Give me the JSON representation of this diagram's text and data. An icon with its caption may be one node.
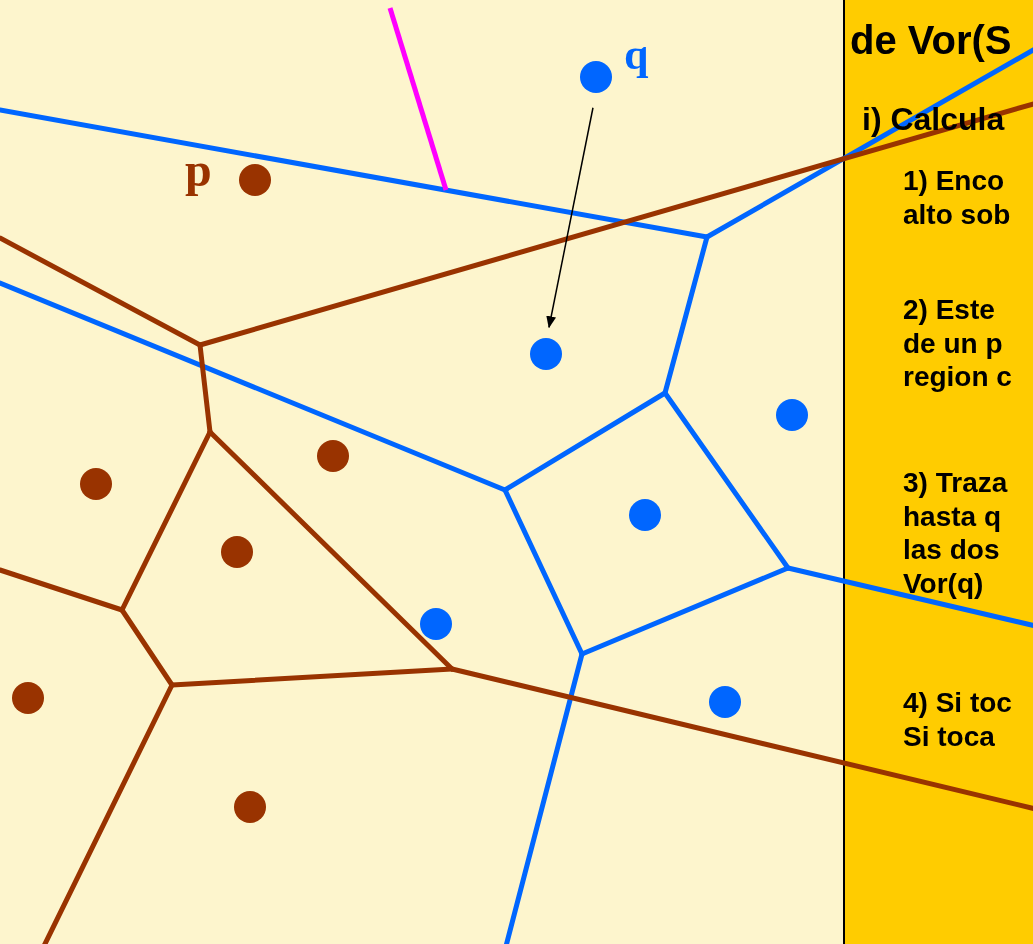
{
  "diagram": {
    "nodes": [
      {
        "text": [
          "q"
        ]
      },
      {
        "text": [
          "p"
        ]
      },
      {
        "text": [],
        "shape": "circle"
      },
      {
        "text": [],
        "shape": "circle"
      },
      {
        "text": [],
        "shape": "circle"
      },
      {
        "text": [],
        "shape": "circle"
      },
      {
        "text": [],
        "shape": "circle"
      },
      {
        "text": [],
        "shape": "circle"
      },
      {
        "text": [],
        "shape": "circle"
      },
      {
        "text": [],
        "shape": "circle"
      },
      {
        "text": [],
        "shape": "circle"
      },
      {
        "text": [],
        "shape": "circle"
      },
      {
        "text": [
          "de Vor(S",
          "i) Calcula",
          "1) Enco alto sob",
          "2) Este de un p region c",
          "3) Traza hasta q las dos Vor(q)",
          "4) Si toc Si toca"
        ]
      }
    ],
    "edges": [
      {
        "from": 0,
        "to": 2,
        "arrow": "to"
      }
    ]
  }
}
